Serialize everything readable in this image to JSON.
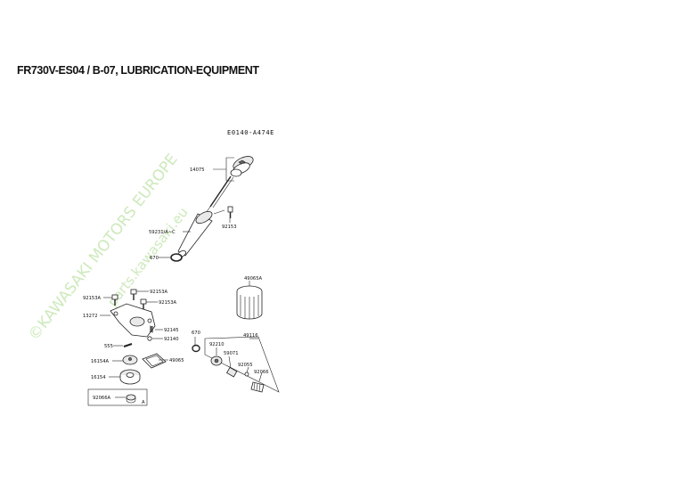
{
  "header": {
    "title": "FR730V-ES04  /  B-07, LUBRICATION-EQUIPMENT"
  },
  "diagram": {
    "code": "E0140-A474E",
    "labels": {
      "l14075": "14075",
      "l92153": "92153",
      "l59231": "59231/A~C",
      "l670a": "670",
      "l49065A": "49065A",
      "l92153A_1": "92153A",
      "l92153A_2": "92153A",
      "l92153A_3": "92153A",
      "l13272": "13272",
      "l92145": "92145",
      "l92140": "92140",
      "l555": "555",
      "l16154A": "16154A",
      "l49065": "49065",
      "l16154": "16154",
      "l92066A": "92066A",
      "lA": "A",
      "l670b": "670",
      "l49116": "49116",
      "l92210": "92210",
      "l59071": "59071",
      "l92055": "92055",
      "l92066": "92066"
    }
  },
  "watermark": {
    "line1": "©KAWASAKI MOTORS EUROPE",
    "line2": "parts.kawasaki.eu"
  }
}
